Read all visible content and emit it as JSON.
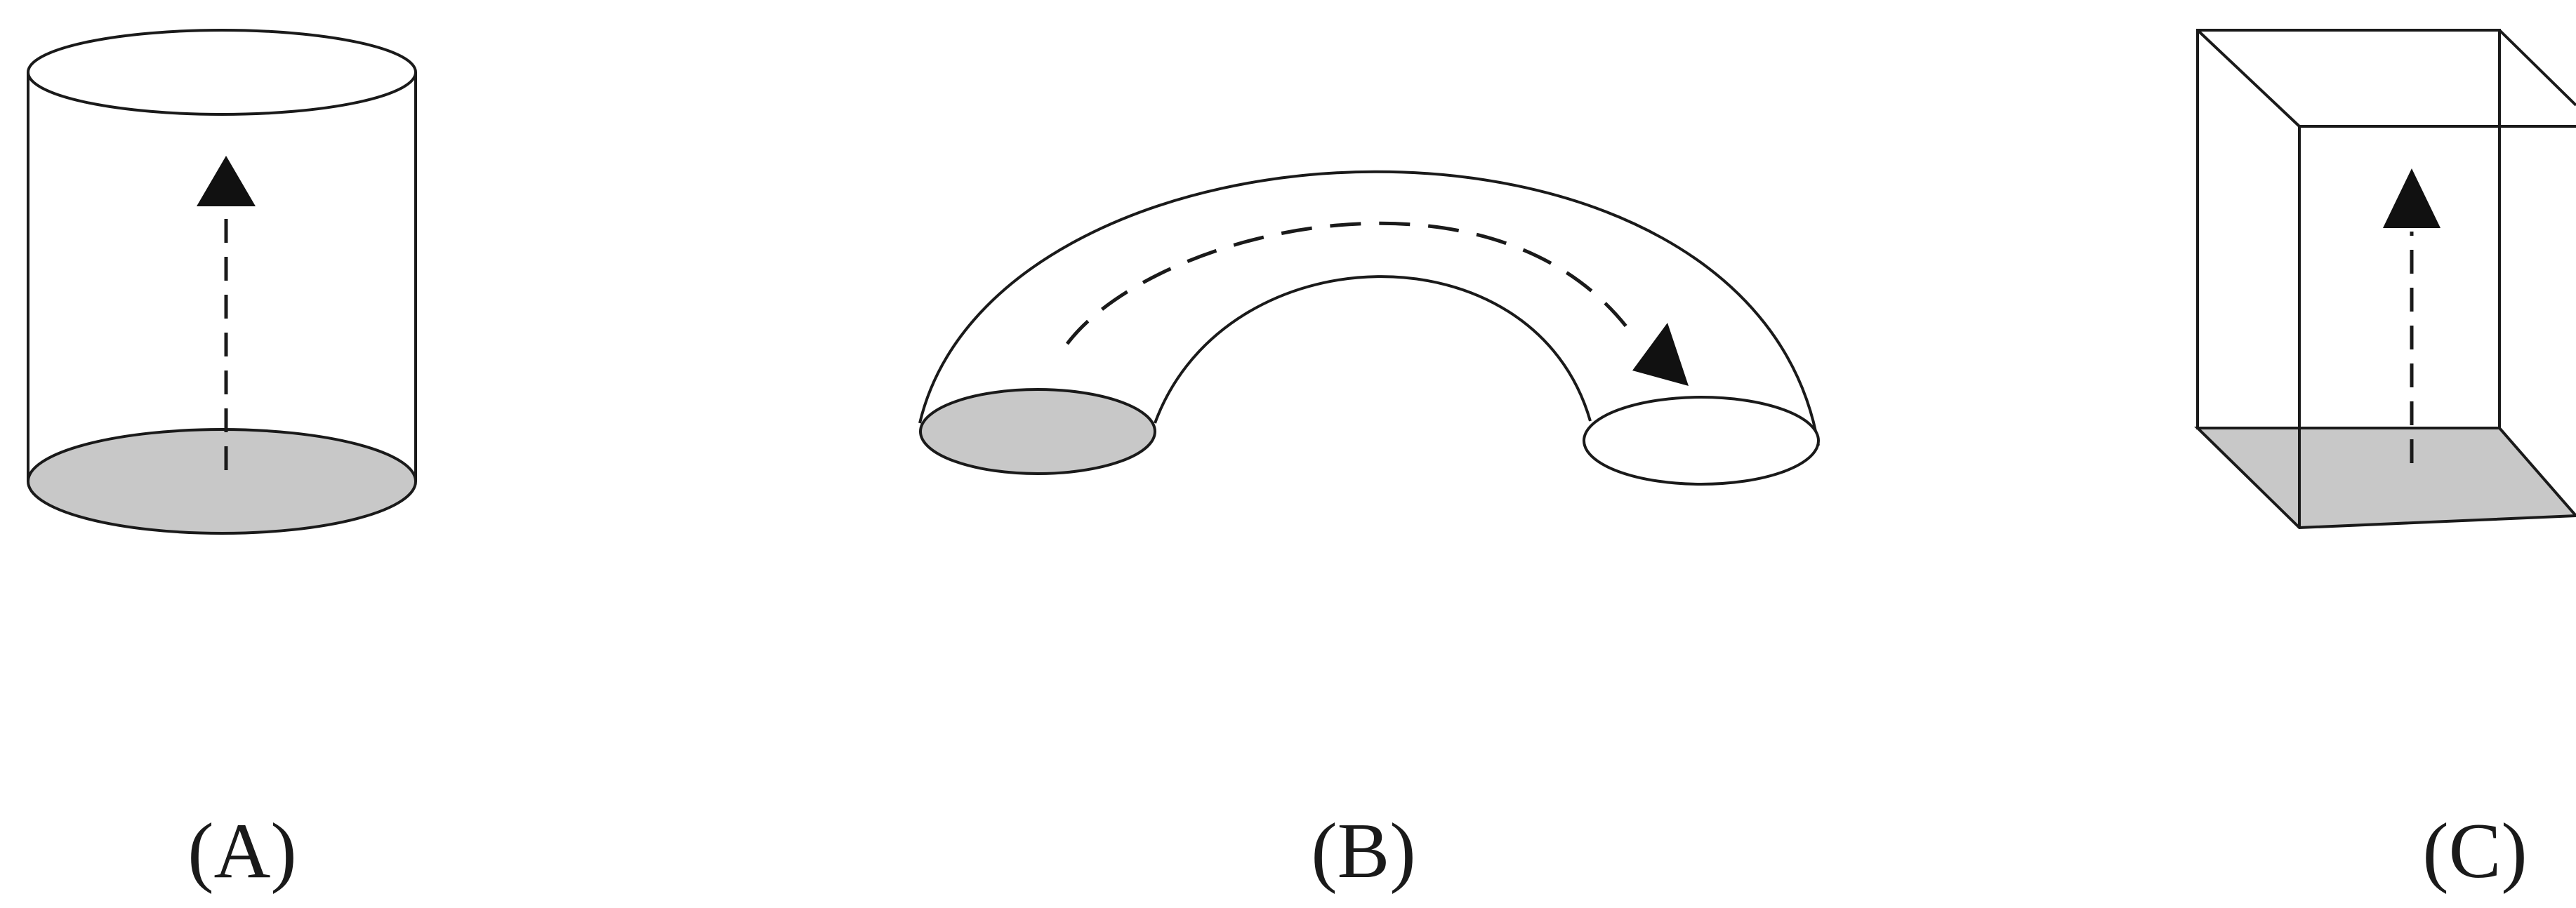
{
  "panels": [
    {
      "id": "A",
      "label": "(A)",
      "shape": "cylinder",
      "path": "straight-up"
    },
    {
      "id": "B",
      "label": "(B)",
      "shape": "half-torus",
      "path": "curved-arc"
    },
    {
      "id": "C",
      "label": "(C)",
      "shape": "rectangular-prism",
      "path": "straight-up"
    }
  ],
  "colors": {
    "stroke": "#1a1a1a",
    "shaded_face": "#c8c8c8",
    "open_face": "#ffffff",
    "background": "#ffffff"
  }
}
